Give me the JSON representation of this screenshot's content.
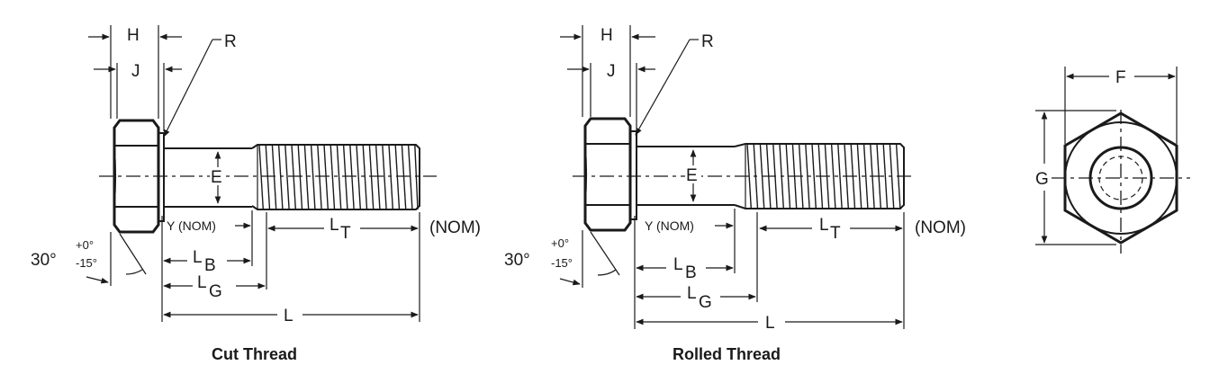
{
  "labels": {
    "h": "H",
    "j": "J",
    "r": "R",
    "e": "E",
    "y_nom": "Y (NOM)",
    "lb": "L",
    "lb_sub": "B",
    "lg": "L",
    "lg_sub": "G",
    "lt": "L",
    "lt_sub": "T",
    "l": "L",
    "nom": "(NOM)",
    "angle": "30°",
    "tol_plus": "+0°",
    "tol_minus": "-15°",
    "f": "F",
    "g": "G"
  },
  "captions": {
    "cut": "Cut Thread",
    "rolled": "Rolled Thread"
  }
}
